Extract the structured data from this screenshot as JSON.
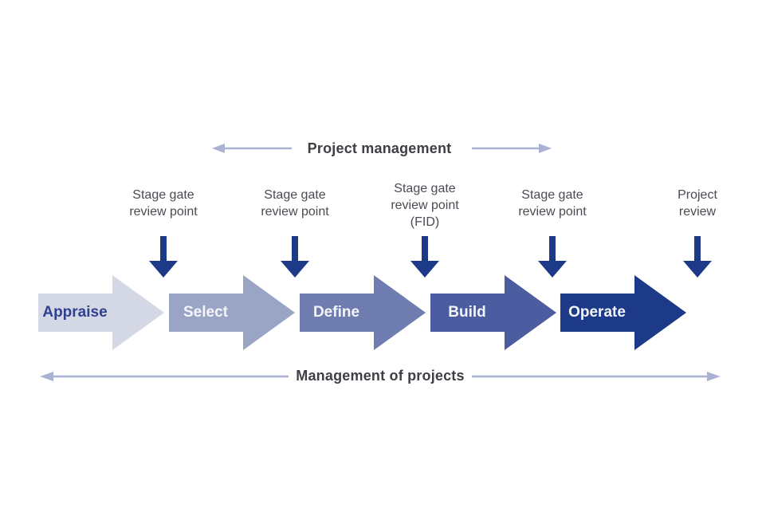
{
  "top_span": {
    "label": "Project management"
  },
  "bottom_span": {
    "label": "Management of projects"
  },
  "review_points": [
    {
      "label": "Stage gate\nreview point"
    },
    {
      "label": "Stage gate\nreview point"
    },
    {
      "label": "Stage gate\nreview point\n(FID)"
    },
    {
      "label": "Stage gate\nreview point"
    },
    {
      "label": "Project\nreview"
    }
  ],
  "stages": [
    {
      "label": "Appraise",
      "fill": "#d4d8e5",
      "text_color": "#2e4191"
    },
    {
      "label": "Select",
      "fill": "#9aa4c5",
      "text_color": "#f4f5f9"
    },
    {
      "label": "Define",
      "fill": "#6e7cb0",
      "text_color": "#f4f5f9"
    },
    {
      "label": "Build",
      "fill": "#4c5ca0",
      "text_color": "#f4f5f9"
    },
    {
      "label": "Operate",
      "fill": "#1c3a87",
      "text_color": "#f4f5f9"
    }
  ],
  "colors": {
    "span_arrow": "#a9b2d2",
    "heading_text": "#3e3e46",
    "review_text": "#4a4a52",
    "gate_arrow": "#1c3a87"
  }
}
